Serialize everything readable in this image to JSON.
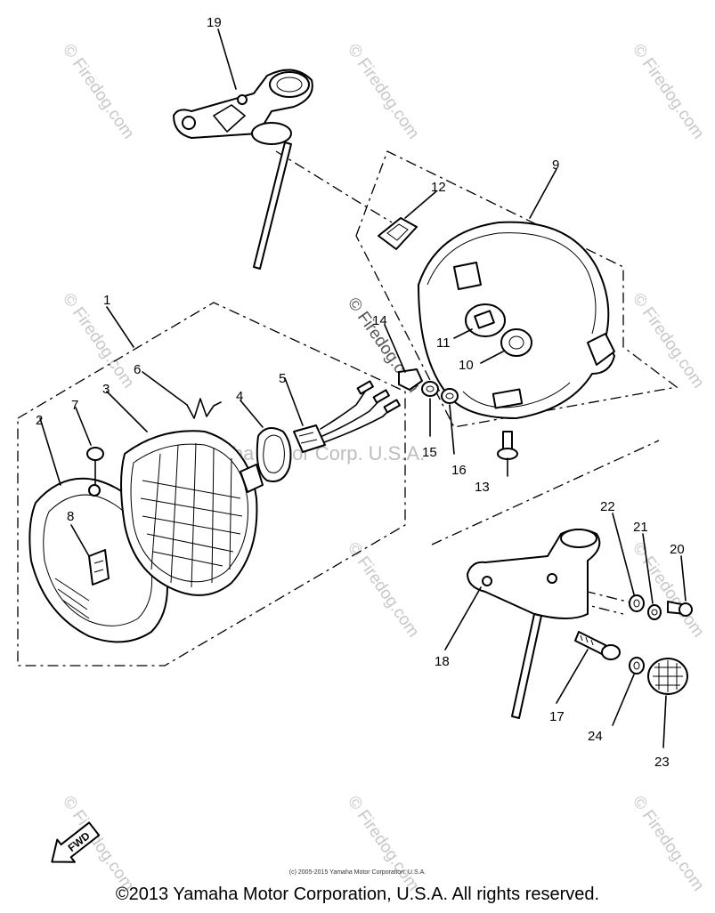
{
  "callouts": [
    {
      "id": "1",
      "label": "1"
    },
    {
      "id": "2",
      "label": "2"
    },
    {
      "id": "3",
      "label": "3"
    },
    {
      "id": "4",
      "label": "4"
    },
    {
      "id": "5",
      "label": "5"
    },
    {
      "id": "6",
      "label": "6"
    },
    {
      "id": "7",
      "label": "7"
    },
    {
      "id": "8",
      "label": "8"
    },
    {
      "id": "9",
      "label": "9"
    },
    {
      "id": "10",
      "label": "10"
    },
    {
      "id": "11",
      "label": "11"
    },
    {
      "id": "12",
      "label": "12"
    },
    {
      "id": "13",
      "label": "13"
    },
    {
      "id": "14",
      "label": "14"
    },
    {
      "id": "15",
      "label": "15"
    },
    {
      "id": "16",
      "label": "16"
    },
    {
      "id": "17",
      "label": "17"
    },
    {
      "id": "18",
      "label": "18"
    },
    {
      "id": "19",
      "label": "19"
    },
    {
      "id": "20",
      "label": "20"
    },
    {
      "id": "21",
      "label": "21"
    },
    {
      "id": "22",
      "label": "22"
    },
    {
      "id": "23",
      "label": "23"
    },
    {
      "id": "24",
      "label": "24"
    }
  ],
  "watermark": {
    "text": "© Firedog.com",
    "center_text": "Yamaha Motor Corp. U.S.A."
  },
  "fwd_label": "FWD",
  "copyright_small": "(c) 2005-2015 Yamaha Motor Corporation, U.S.A.",
  "copyright_main": "©2013 Yamaha Motor Corporation, U.S.A. All rights reserved."
}
